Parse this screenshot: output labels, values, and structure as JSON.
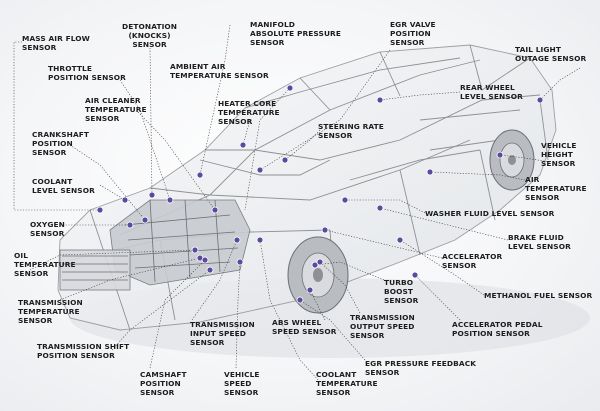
{
  "theme": {
    "dot": "#5b4a9e",
    "leader": "#3a3a3a",
    "text": "#1d1d1d",
    "body_stroke": "#8d9095"
  },
  "sensors": {
    "mass_air_flow": "MASS AIR FLOW\nSENSOR",
    "detonation": "DETONATION\n(KNOCKS)\nSENSOR",
    "manifold_absolute_pressure": "MANIFOLD\nABSOLUTE PRESSURE\nSENSOR",
    "egr_valve_position": "EGR VALVE\nPOSITION\nSENSOR",
    "tail_light_outage": "TAIL LIGHT\nOUTAGE SENSOR",
    "throttle_position": "THROTTLE\nPOSITION SENSOR",
    "ambient_air_temperature": "AMBIENT AIR\nTEMPERATURE SENSOR",
    "rear_wheel_level": "REAR WHEEL\nLEVEL SENSOR",
    "air_cleaner_temperature": "AIR CLEANER\nTEMPERATURE\nSENSOR",
    "heater_core_temperature": "HEATER CORE\nTEMPERATURE\nSENSOR",
    "crankshaft_position": "CRANKSHAFT\nPOSITION\nSENSOR",
    "steering_rate": "STEERING RATE\nSENSOR",
    "vehicle_height": "VEHICLE\nHEIGHT\nSENSOR",
    "coolant_level": "COOLANT\nLEVEL SENSOR",
    "air_temperature": "AIR\nTEMPERATURE\nSENSOR",
    "washer_fluid_level": "WASHER FLUID LEVEL SENSOR",
    "oxygen": "OXYGEN\nSENSOR",
    "brake_fluid_level": "BRAKE FLUID\nLEVEL SENSOR",
    "oil_temperature": "OIL\nTEMPERATURE\nSENSOR",
    "accelerator": "ACCELERATOR\nSENSOR",
    "turbo_boost": "TURBO\nBOOST\nSENSOR",
    "methanol_fuel": "METHANOL FUEL SENSOR",
    "transmission_temperature": "TRANSMISSION\nTEMPERATURE\nSENSOR",
    "transmission_output_speed": "TRANSMISSION\nOUTPUT SPEED\nSENSOR",
    "accelerator_pedal_position": "ACCELERATOR PEDAL\nPOSITION SENSOR",
    "abs_wheel_speed": "ABS WHEEL\nSPEED SENSOR",
    "transmission_input_speed": "TRANSMISSION\nINPUT SPEED\nSENSOR",
    "transmission_shift_position": "TRANSMISSION SHIFT\nPOSITION SENSOR",
    "egr_pressure_feedback": "EGR PRESSURE FEEDBACK\nSENSOR",
    "camshaft_position": "CAMSHAFT\nPOSITION\nSENSOR",
    "vehicle_speed": "VEHICLE\nSPEED\nSENSOR",
    "coolant_temperature": "COOLANT\nTEMPERATURE\nSENSOR"
  }
}
